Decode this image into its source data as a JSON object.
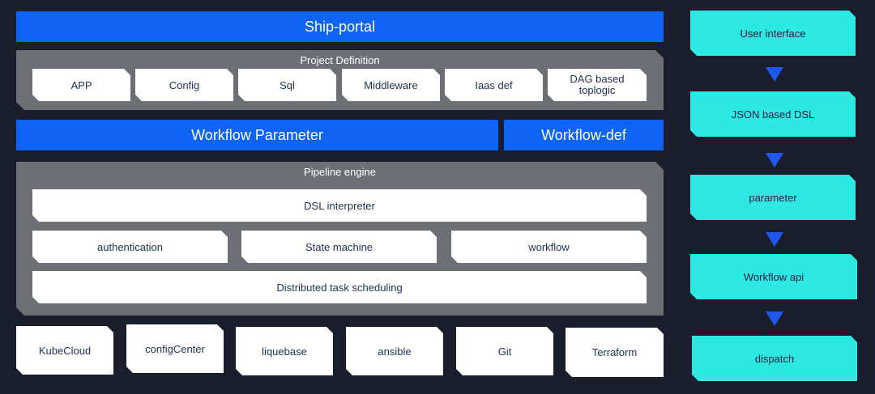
{
  "header": {
    "title": "Ship-portal"
  },
  "project_definition": {
    "title": "Project Definition",
    "items": [
      "APP",
      "Config",
      "Sql",
      "Middleware",
      "Iaas def",
      "DAG based\ntoplogic"
    ]
  },
  "workflow": {
    "parameter_label": "Workflow Parameter",
    "def_label": "Workflow-def"
  },
  "pipeline": {
    "title": "Pipeline engine",
    "dsl_interpreter": "DSL interpreter",
    "row_items": [
      "authentication",
      "State machine",
      "workflow"
    ],
    "distributed": "Distributed task scheduling"
  },
  "infrastructure": {
    "items": [
      "KubeCloud",
      "configCenter",
      "liquebase",
      "ansible",
      "Git",
      "Terraform"
    ]
  },
  "flow": {
    "steps": [
      "User interface",
      "JSON based DSL",
      "parameter",
      "Workflow api",
      "dispatch"
    ]
  },
  "colors": {
    "blue": "#0f64f5",
    "cyan": "#2ee8e4",
    "gray": "#6e6f74",
    "arrow": "#1d57ec",
    "background": "#1a1d2b"
  }
}
